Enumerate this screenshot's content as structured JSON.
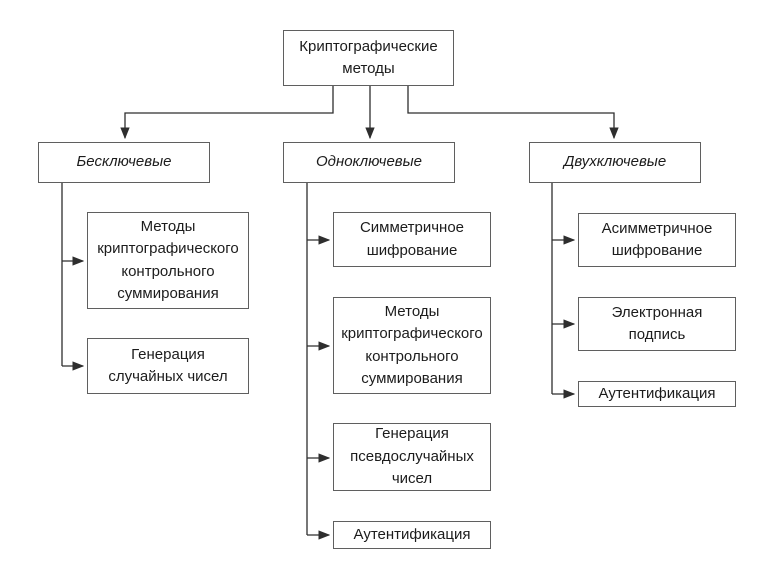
{
  "diagram": {
    "title": "Криптографические методы",
    "root": {
      "label": "Криптографические методы"
    },
    "branches": [
      {
        "label": "Бесключевые",
        "children": [
          "Методы криптографического контрольного суммирования",
          "Генерация случайных чисел"
        ]
      },
      {
        "label": "Одноключевые",
        "children": [
          "Симметричное шифрование",
          "Методы криптографического контрольного суммирования",
          "Генерация псевдослучайных чисел",
          "Аутентификация"
        ]
      },
      {
        "label": "Двухключевые",
        "children": [
          "Асимметричное шифрование",
          "Электронная подпись",
          "Аутентификация"
        ]
      }
    ],
    "colors": {
      "box_border": "#5f5f5f",
      "box_background": "#ffffff",
      "text": "#1c1c1c",
      "line": "#2e2e2e",
      "page_background": "#ffffff"
    }
  }
}
